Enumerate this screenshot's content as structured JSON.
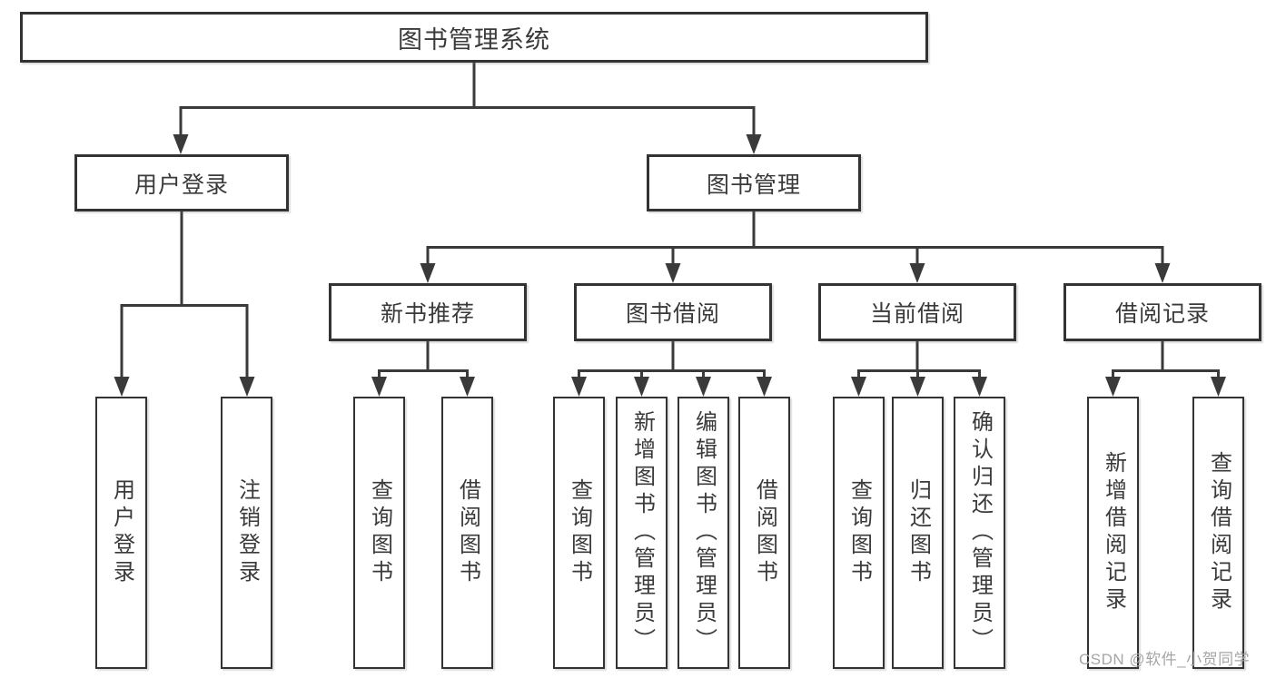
{
  "colors": {
    "line": "#3a3a3a",
    "box_border": "#333333",
    "text": "#3a3a3a",
    "watermark": "#a6a6a6",
    "background": "#ffffff"
  },
  "tree": {
    "root": {
      "label": "图书管理系统"
    },
    "branches": [
      {
        "label": "用户登录",
        "children": [
          "用户登录",
          "注销登录"
        ]
      },
      {
        "label": "图书管理",
        "sections": [
          {
            "label": "新书推荐",
            "children": [
              "查询图书",
              "借阅图书"
            ]
          },
          {
            "label": "图书借阅",
            "children": [
              "查询图书",
              "新增图书（管理员）",
              "编辑图书（管理员）",
              "借阅图书"
            ]
          },
          {
            "label": "当前借阅",
            "children": [
              "查询图书",
              "归还图书",
              "确认归还（管理员）"
            ]
          },
          {
            "label": "借阅记录",
            "children": [
              "新增借阅记录",
              "查询借阅记录"
            ]
          }
        ]
      }
    ]
  },
  "watermark": {
    "text": "CSDN @软件_小贺同学"
  }
}
